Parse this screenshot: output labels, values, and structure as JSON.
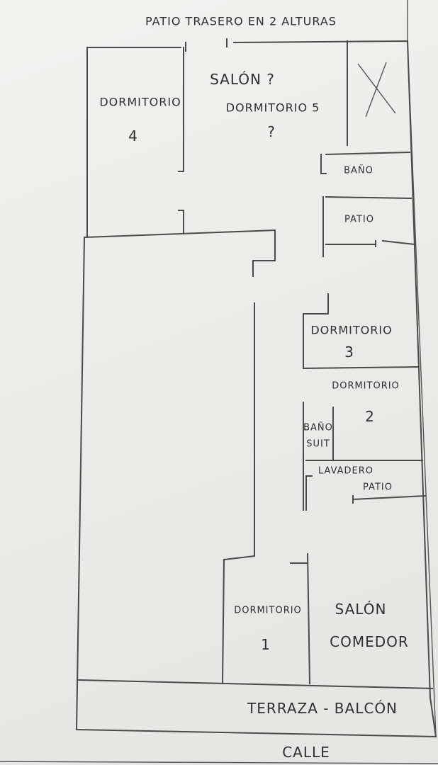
{
  "labels": {
    "patio_trasero": "PATIO TRASERO EN 2 ALTURAS",
    "dormitorio4_name": "DORMITORIO",
    "dormitorio4_num": "4",
    "salon_q": "SALÓN ?",
    "dormitorio5": "DORMITORIO 5",
    "dormitorio5_q": "?",
    "bano": "BAÑO",
    "patio": "PATIO",
    "dormitorio3_name": "DORMITORIO",
    "dormitorio3_num": "3",
    "dormitorio2_name": "DORMITORIO",
    "dormitorio2_num": "2",
    "bano_suit_1": "BAÑO",
    "bano_suit_2": "SUIT",
    "lavadero": "LAVADERO",
    "lavadero_patio": "PATIO",
    "dormitorio1_name": "DORMITORIO",
    "dormitorio1_num": "1",
    "salon": "SALÓN",
    "comedor": "COMEDOR",
    "terraza": "TERRAZA - BALCÓN",
    "calle": "CALLE"
  }
}
